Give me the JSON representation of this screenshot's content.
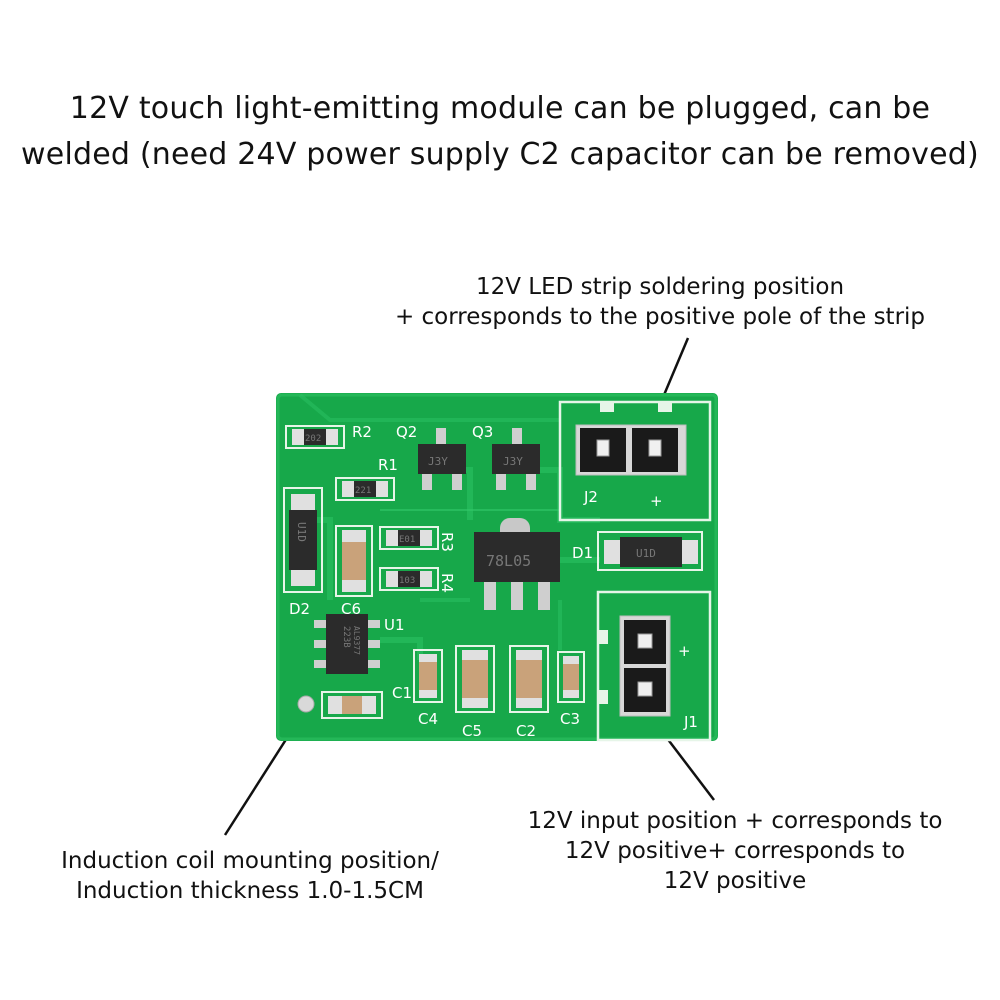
{
  "title": {
    "line1": "12V touch light-emitting module can be plugged, can be",
    "line2": "welded (need 24V power supply C2 capacitor can be removed)"
  },
  "callouts": {
    "led_strip": {
      "line1": "12V LED strip soldering position",
      "line2": "+ corresponds to the positive pole of the strip"
    },
    "input": {
      "line1": "12V input position + corresponds to",
      "line2": "12V positive+ corresponds to",
      "line3": "12V positive"
    },
    "coil": {
      "line1": "Induction coil mounting position/",
      "line2": "Induction thickness 1.0-1.5CM"
    }
  },
  "board": {
    "color": "#17a84a",
    "labels": {
      "r2": "R2",
      "q2": "Q2",
      "q3": "Q3",
      "r1": "R1",
      "r3": "R3",
      "r4": "R4",
      "d2": "D2",
      "c6": "C6",
      "d1": "D1",
      "u1": "U1",
      "c1": "C1",
      "c4": "C4",
      "c5": "C5",
      "c2": "C2",
      "c3": "C3",
      "j1": "J1",
      "j2": "J2",
      "plus_j2": "+",
      "plus_j1": "+"
    },
    "markings": {
      "r2": "202",
      "r1": "221",
      "r3": "E01",
      "r4": "103",
      "q2": "J3Y",
      "q3": "J3Y",
      "regulator": "78L05",
      "d2": "U1D",
      "d1": "U1D",
      "u1_line1": "223B",
      "u1_line2": "AL9377"
    }
  }
}
